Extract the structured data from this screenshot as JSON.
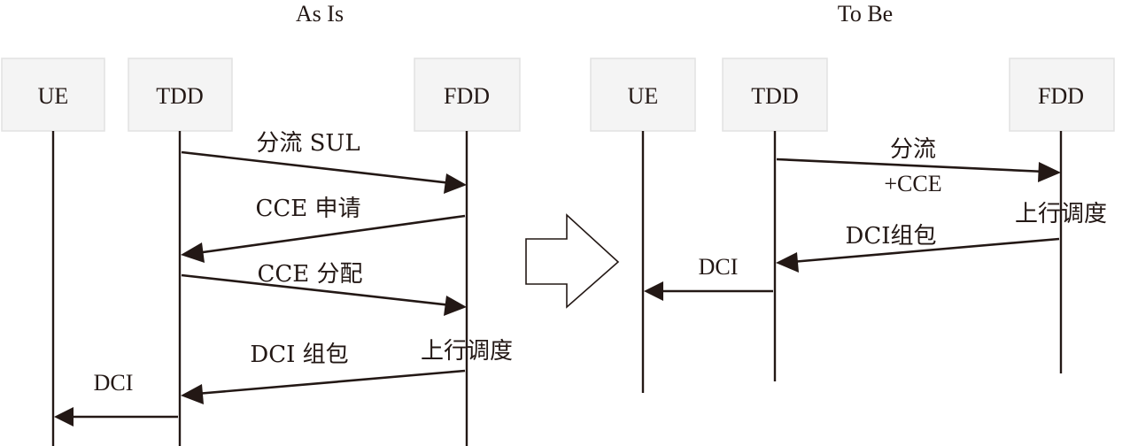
{
  "diagrams": [
    {
      "title": "As Is",
      "participants": [
        {
          "name": "UE"
        },
        {
          "name": "TDD"
        },
        {
          "name": "FDD"
        }
      ],
      "messages": [
        {
          "from": "TDD",
          "to": "FDD",
          "label": "分流 SUL"
        },
        {
          "from": "FDD",
          "to": "TDD",
          "label": "CCE 申请"
        },
        {
          "from": "TDD",
          "to": "FDD",
          "label": "CCE 分配"
        },
        {
          "from": "FDD",
          "to": "TDD",
          "label": "DCI 组包"
        },
        {
          "from": "TDD",
          "to": "UE",
          "label": "DCI"
        }
      ],
      "notes": [
        {
          "at": "FDD",
          "text": "上行调度"
        }
      ]
    },
    {
      "title": "To Be",
      "participants": [
        {
          "name": "UE"
        },
        {
          "name": "TDD"
        },
        {
          "name": "FDD"
        }
      ],
      "messages": [
        {
          "from": "TDD",
          "to": "FDD",
          "label": "分流",
          "label2": "+CCE"
        },
        {
          "from": "FDD",
          "to": "TDD",
          "label": "DCI组包"
        },
        {
          "from": "TDD",
          "to": "UE",
          "label": "DCI"
        }
      ],
      "notes": [
        {
          "at": "FDD",
          "text": "上行调度"
        }
      ]
    }
  ],
  "transition_icon": "right-block-arrow"
}
